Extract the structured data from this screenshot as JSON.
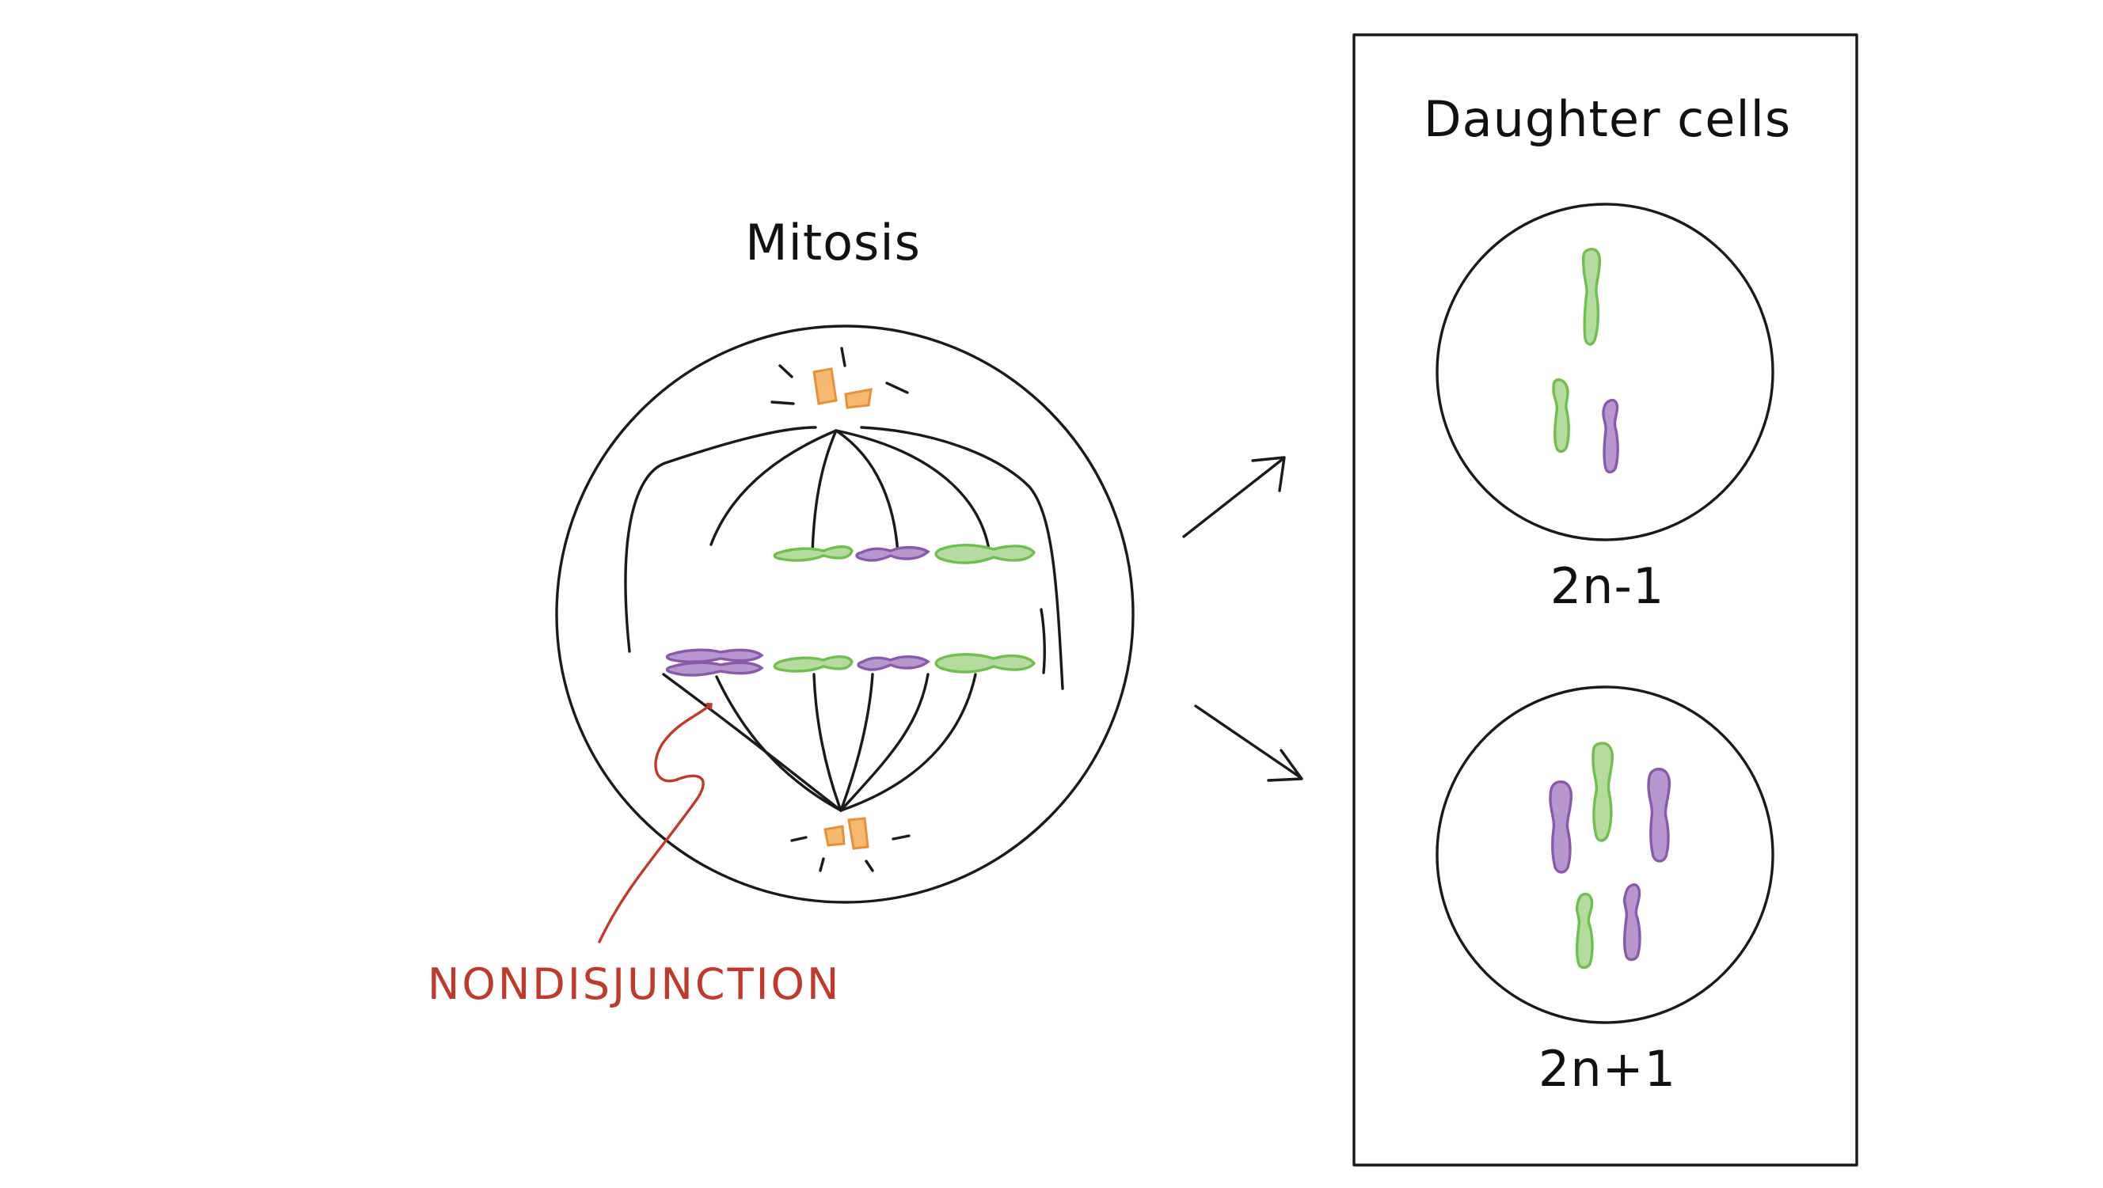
{
  "labels": {
    "mitosis": "Mitosis",
    "nondisjunction": "NONDISJUNCTION",
    "daughter_cells": "Daughter cells",
    "top_cell_count": "2n-1",
    "bottom_cell_count": "2n+1"
  },
  "colors": {
    "green_fill": "#b5dc9e",
    "green_stroke": "#6fbf4f",
    "purple_fill": "#b797cf",
    "purple_stroke": "#8a5aaa",
    "centrosome_fill": "#f7b870",
    "centrosome_stroke": "#e4913a",
    "line": "#1a1a1a",
    "annotation": "#c0392b"
  }
}
